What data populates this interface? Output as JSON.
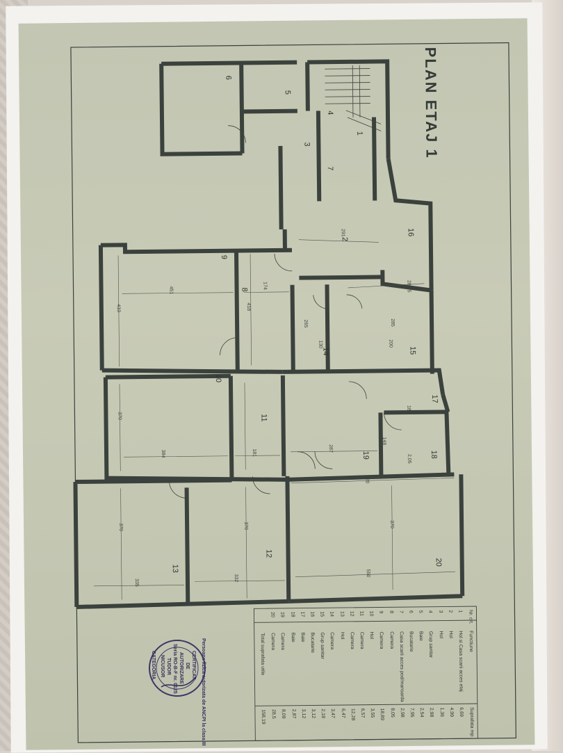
{
  "plan": {
    "title": "PLAN ETAJ 1",
    "room_numbers": [
      "1",
      "2",
      "3",
      "4",
      "5",
      "6",
      "7",
      "8",
      "9",
      "10",
      "11",
      "12",
      "13",
      "14",
      "15",
      "16",
      "17",
      "18",
      "19",
      "20"
    ],
    "dimensions": [
      "451",
      "419",
      "174",
      "418",
      "291",
      "286,5",
      "265",
      "130",
      "285",
      "200",
      "370",
      "384",
      "181",
      "287",
      "180",
      "2,05",
      "148",
      "520",
      "370",
      "370",
      "335",
      "332",
      "550",
      "370"
    ]
  },
  "table": {
    "headers": [
      "Nr. crt.",
      "Functiune",
      "Suprafata mp"
    ],
    "rows": [
      [
        "1",
        "Hol si Casa scarii acces etaj",
        "6,69"
      ],
      [
        "2",
        "Hol",
        "4,99"
      ],
      [
        "3",
        "Hol",
        "1,36"
      ],
      [
        "4",
        "Grup sanitar",
        "2,98"
      ],
      [
        "5",
        "Baie",
        "2,54"
      ],
      [
        "6",
        "Bucatarie",
        "7,95"
      ],
      [
        "7",
        "Casa scarii acces pod/mansarda",
        "2,98"
      ],
      [
        "8",
        "Camera",
        "8,05"
      ],
      [
        "9",
        "Camera",
        "18,89"
      ],
      [
        "10",
        "Hol",
        "3,55"
      ],
      [
        "11",
        "Camera",
        "6,57"
      ],
      [
        "12",
        "Camera",
        "12,28"
      ],
      [
        "13",
        "Hol",
        "6,47"
      ],
      [
        "14",
        "Camera",
        "3,47"
      ],
      [
        "15",
        "Grup sanitar",
        "2,18"
      ],
      [
        "16",
        "Bucatarie",
        "3,12"
      ],
      [
        "17",
        "Baie",
        "3,12"
      ],
      [
        "18",
        "Baie",
        "2,87"
      ],
      [
        "19",
        "Camera",
        "8,09"
      ],
      [
        "20",
        "Camera",
        "28,5"
      ]
    ],
    "total_label": "Total suprafata utila",
    "total_value": "158,19"
  },
  "stamp": {
    "lines": [
      "Persoana fizica autorizata de ANCPI la clasa III",
      "CERTIFICAT",
      "DE",
      "AUTORIZARE",
      "Seria RO-B-F nr. 0125",
      "TUDOR",
      "NICUSOR",
      "CATEGORIA"
    ]
  },
  "colors": {
    "paper": "#c4c8b3",
    "ink": "#2f3632",
    "stamp": "#3d3566"
  }
}
